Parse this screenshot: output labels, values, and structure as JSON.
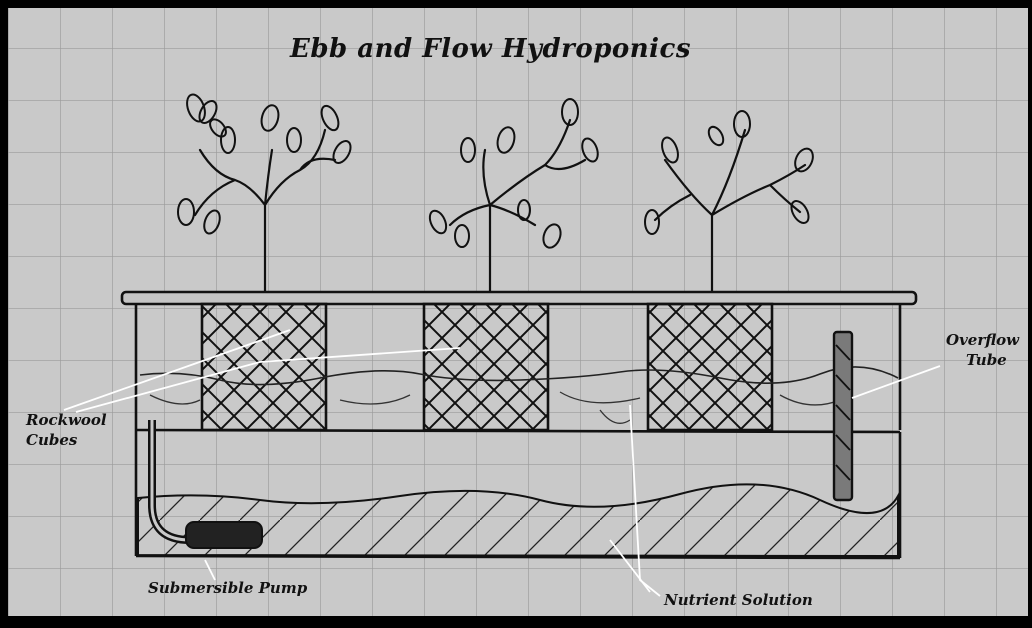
{
  "diagram": {
    "title": "Ebb and Flow Hydroponics",
    "labels": {
      "rockwool": [
        "Rockwool",
        "Cubes"
      ],
      "overflow": [
        "Overflow",
        "Tube"
      ],
      "pump": "Submersible Pump",
      "nutrient": "Nutrient Solution"
    }
  },
  "colors": {
    "frame": "#000000",
    "paper": "#c9c9c9",
    "grid": "#9d9d9d",
    "ink": "#111111",
    "leader": "#ffffff"
  }
}
